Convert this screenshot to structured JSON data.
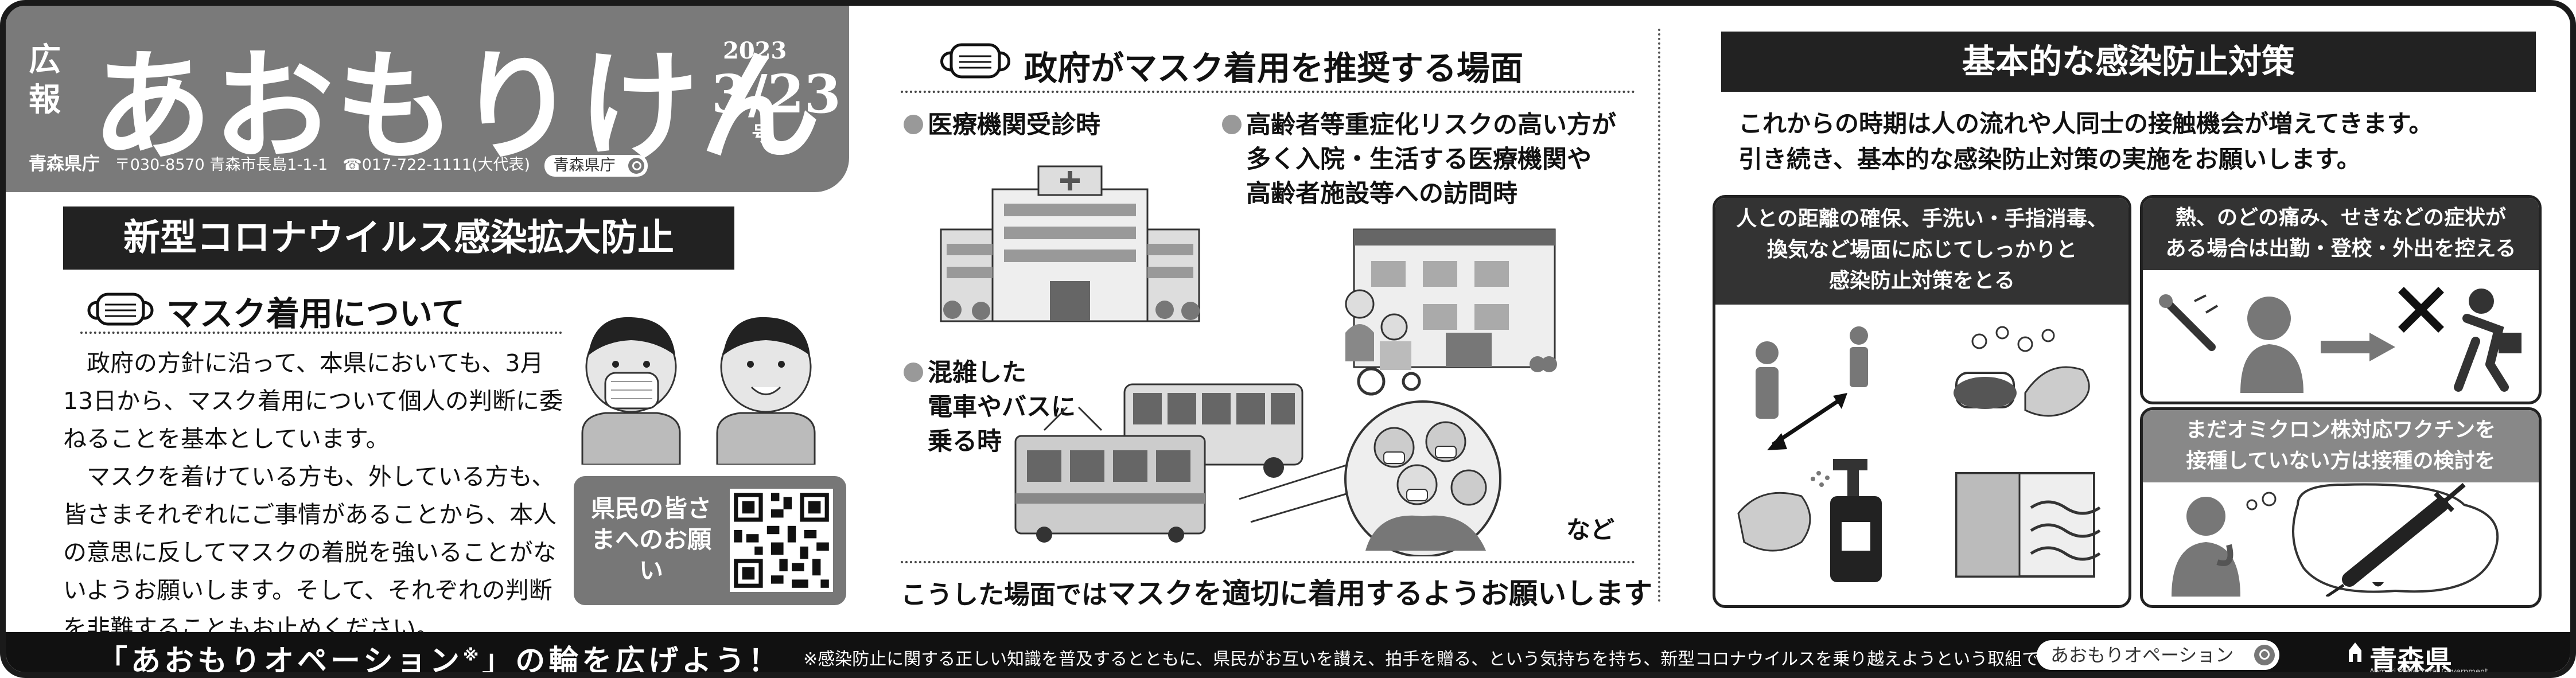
{
  "masthead": {
    "koho": "広報",
    "logo": "あおもりけん",
    "year": "2023",
    "date": "3/23",
    "issue_suffix": "号",
    "pref_office": "青森県庁",
    "address": "〒030-8570 青森市長島1-1-1",
    "phone": "☎017-722-1111(大代表)",
    "search_text": "青森県庁"
  },
  "left": {
    "banner": "新型コロナウイルス感染拡大防止",
    "heading": "マスク着用について",
    "paragraph1": "政府の方針に沿って、本県においても、3月13日から、マスク着用について個人の判断に委ねることを基本としています。",
    "paragraph2": "マスクを着けている方も、外している方も、皆さまそれぞれにご事情があることから、本人の意思に反してマスクの着脱を強いることがないようお願いします。そして、それぞれの判断を非難することもお止めください。",
    "qr_label": "県民の皆さまへのお願い"
  },
  "middle": {
    "heading": "政府がマスク着用を推奨する場面",
    "scene1": "医療機関受診時",
    "scene2_lines": [
      "高齢者等重症化リスクの高い方が",
      "多く入院・生活する医療機関や",
      "高齢者施設等への訪問時"
    ],
    "scene3_lines": [
      "混雑した",
      "電車やバスに",
      "乗る時"
    ],
    "etc": "など",
    "closing_pre": "こうした場面では",
    "closing_em": "マスクを適切に着用するようお願いします"
  },
  "right": {
    "banner": "基本的な感染防止対策",
    "intro_lines": [
      "これからの時期は人の流れや人同士の接触機会が増えてきます。",
      "引き続き、基本的な感染防止対策の実施をお願いします。"
    ],
    "panel1_lines": [
      "人との距離の確保、手洗い・手指消毒、",
      "換気など場面に応じてしっかりと",
      "感染防止対策をとる"
    ],
    "panel2_lines": [
      "熱、のどの痛み、せきなどの症状が",
      "ある場合は出勤・登校・外出を控える"
    ],
    "panel3_lines": [
      "まだオミクロン株対応ワクチンを",
      "接種していない方は接種の検討を"
    ]
  },
  "footer": {
    "slogan_open": "「あおもりオペーション",
    "slogan_mark": "※",
    "slogan_close": "」の輪を広げよう！",
    "note": "※感染防止に関する正しい知識を普及するとともに、県民がお互いを讃え、拍手を贈る、という気持ちを持ち、新型コロナウイルスを乗り越えようという取組です。",
    "search_text": "あおもりオペーション",
    "pref_name": "青森県",
    "pref_en": "Aomori Prefectural Government"
  },
  "colors": {
    "dark": "#222222",
    "gray": "#7a7a7a",
    "light": "#cccccc"
  }
}
